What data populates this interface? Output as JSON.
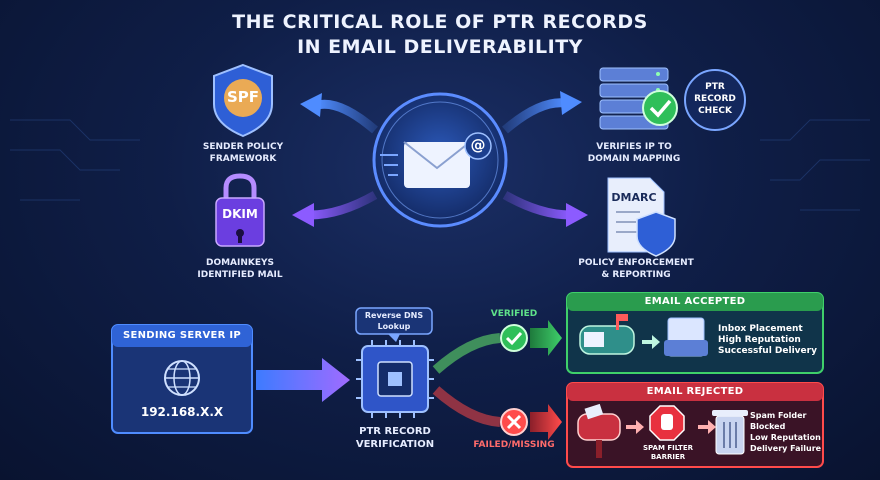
{
  "title": {
    "line1": "THE CRITICAL ROLE OF PTR RECORDS",
    "line2": "IN EMAIL DELIVERABILITY"
  },
  "icons": {
    "spf_badge": "SPF",
    "dkim_badge": "DKIM",
    "dmarc_badge": "DMARC",
    "ptr_check_line1": "PTR",
    "ptr_check_line2": "RECORD",
    "ptr_check_line3": "CHECK"
  },
  "top_nodes": {
    "spf": {
      "line1": "SENDER POLICY",
      "line2": "FRAMEWORK"
    },
    "dkim": {
      "line1": "DOMAINKEYS",
      "line2": "IDENTIFIED MAIL"
    },
    "ptr": {
      "line1": "VERIFIES IP TO",
      "line2": "DOMAIN MAPPING"
    },
    "dmarc": {
      "line1": "POLICY ENFORCEMENT",
      "line2": "& REPORTING"
    }
  },
  "flow": {
    "server_title": "SENDING SERVER IP",
    "server_ip": "192.168.X.X",
    "lookup_line1": "Reverse DNS",
    "lookup_line2": "Lookup",
    "verify_line1": "PTR RECORD",
    "verify_line2": "VERIFICATION",
    "verified": "VERIFIED",
    "failed": "FAILED/MISSING"
  },
  "accepted": {
    "title": "EMAIL ACCEPTED",
    "items": [
      "Inbox Placement",
      "High Reputation",
      "Successful Delivery"
    ]
  },
  "rejected": {
    "title": "EMAIL REJECTED",
    "filter_line1": "SPAM FILTER",
    "filter_line2": "BARRIER",
    "items": [
      "Spam Folder",
      "Blocked",
      "Low Reputation",
      "Delivery Failure"
    ]
  },
  "colors": {
    "accent_blue": "#3d8bff",
    "accent_purple": "#7b4dff",
    "success_green": "#3fcf6a",
    "danger_red": "#ff4b4b"
  }
}
